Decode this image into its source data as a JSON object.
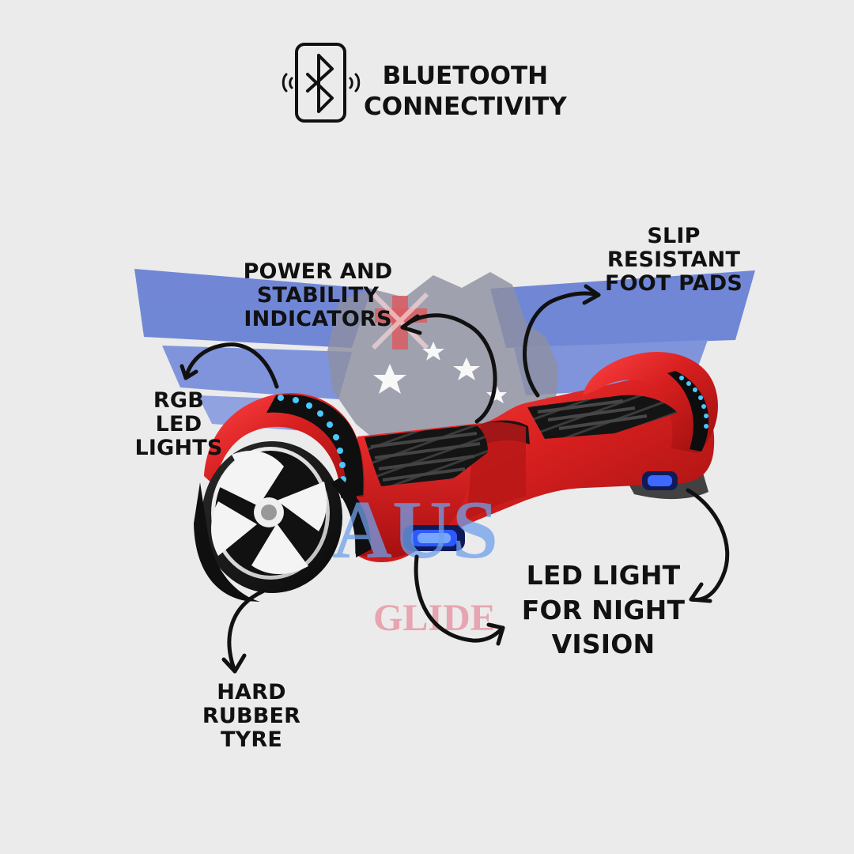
{
  "colors": {
    "background": "#ebebeb",
    "hoverboard_red": "#d71f1f",
    "led_blue": "#48c9ff",
    "watermark_blue": "#5f7fd6",
    "watermark_text_blue": "#6fa0ea",
    "watermark_pink": "#e6a0ac"
  },
  "bluetooth": {
    "icon": "bluetooth-icon",
    "label": "BLUETOOTH\nCONNECTIVITY"
  },
  "callouts": {
    "slip_resistant": "SLIP\nRESISTANT\nFOOT PADS",
    "power_stability": "POWER AND\nSTABILITY\nINDICATORS",
    "rgb_led": "RGB LED\nLIGHTS",
    "led_night": "LED LIGHT\nFOR NIGHT\nVISION",
    "hard_rubber": "HARD\nRUBBER\nTYRE"
  },
  "watermark": {
    "top_text": "AUS",
    "bottom_text": "GLIDE"
  },
  "icons": {
    "arrow_icon": "arrow-icon",
    "hoverboard_icon": "hoverboard-icon"
  }
}
